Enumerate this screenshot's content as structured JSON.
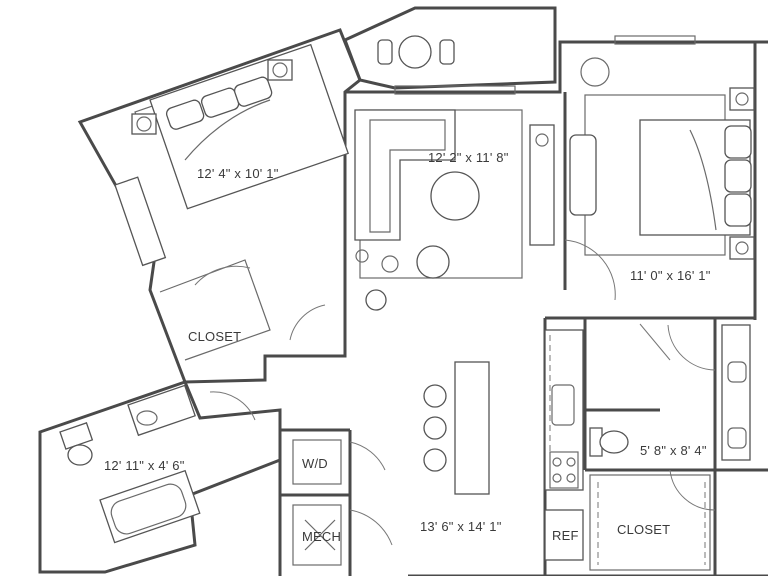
{
  "plan": {
    "rooms": {
      "bedroom_left": {
        "dims": "12' 4\" x 10' 1\""
      },
      "living": {
        "dims": "12' 2\" x 11' 8\""
      },
      "bedroom_right": {
        "dims": "11' 0\" x 16' 1\""
      },
      "closet_left": {
        "label": "CLOSET"
      },
      "bath_left": {
        "dims": "12' 11\" x 4' 6\""
      },
      "wd": {
        "label": "W/D"
      },
      "mech": {
        "label": "MECH"
      },
      "kitchen": {
        "dims": "13' 6\" x 14' 1\""
      },
      "ref": {
        "label": "REF"
      },
      "bath_right": {
        "dims": "5' 8\" x 8' 4\""
      },
      "closet_right": {
        "label": "CLOSET"
      }
    }
  }
}
